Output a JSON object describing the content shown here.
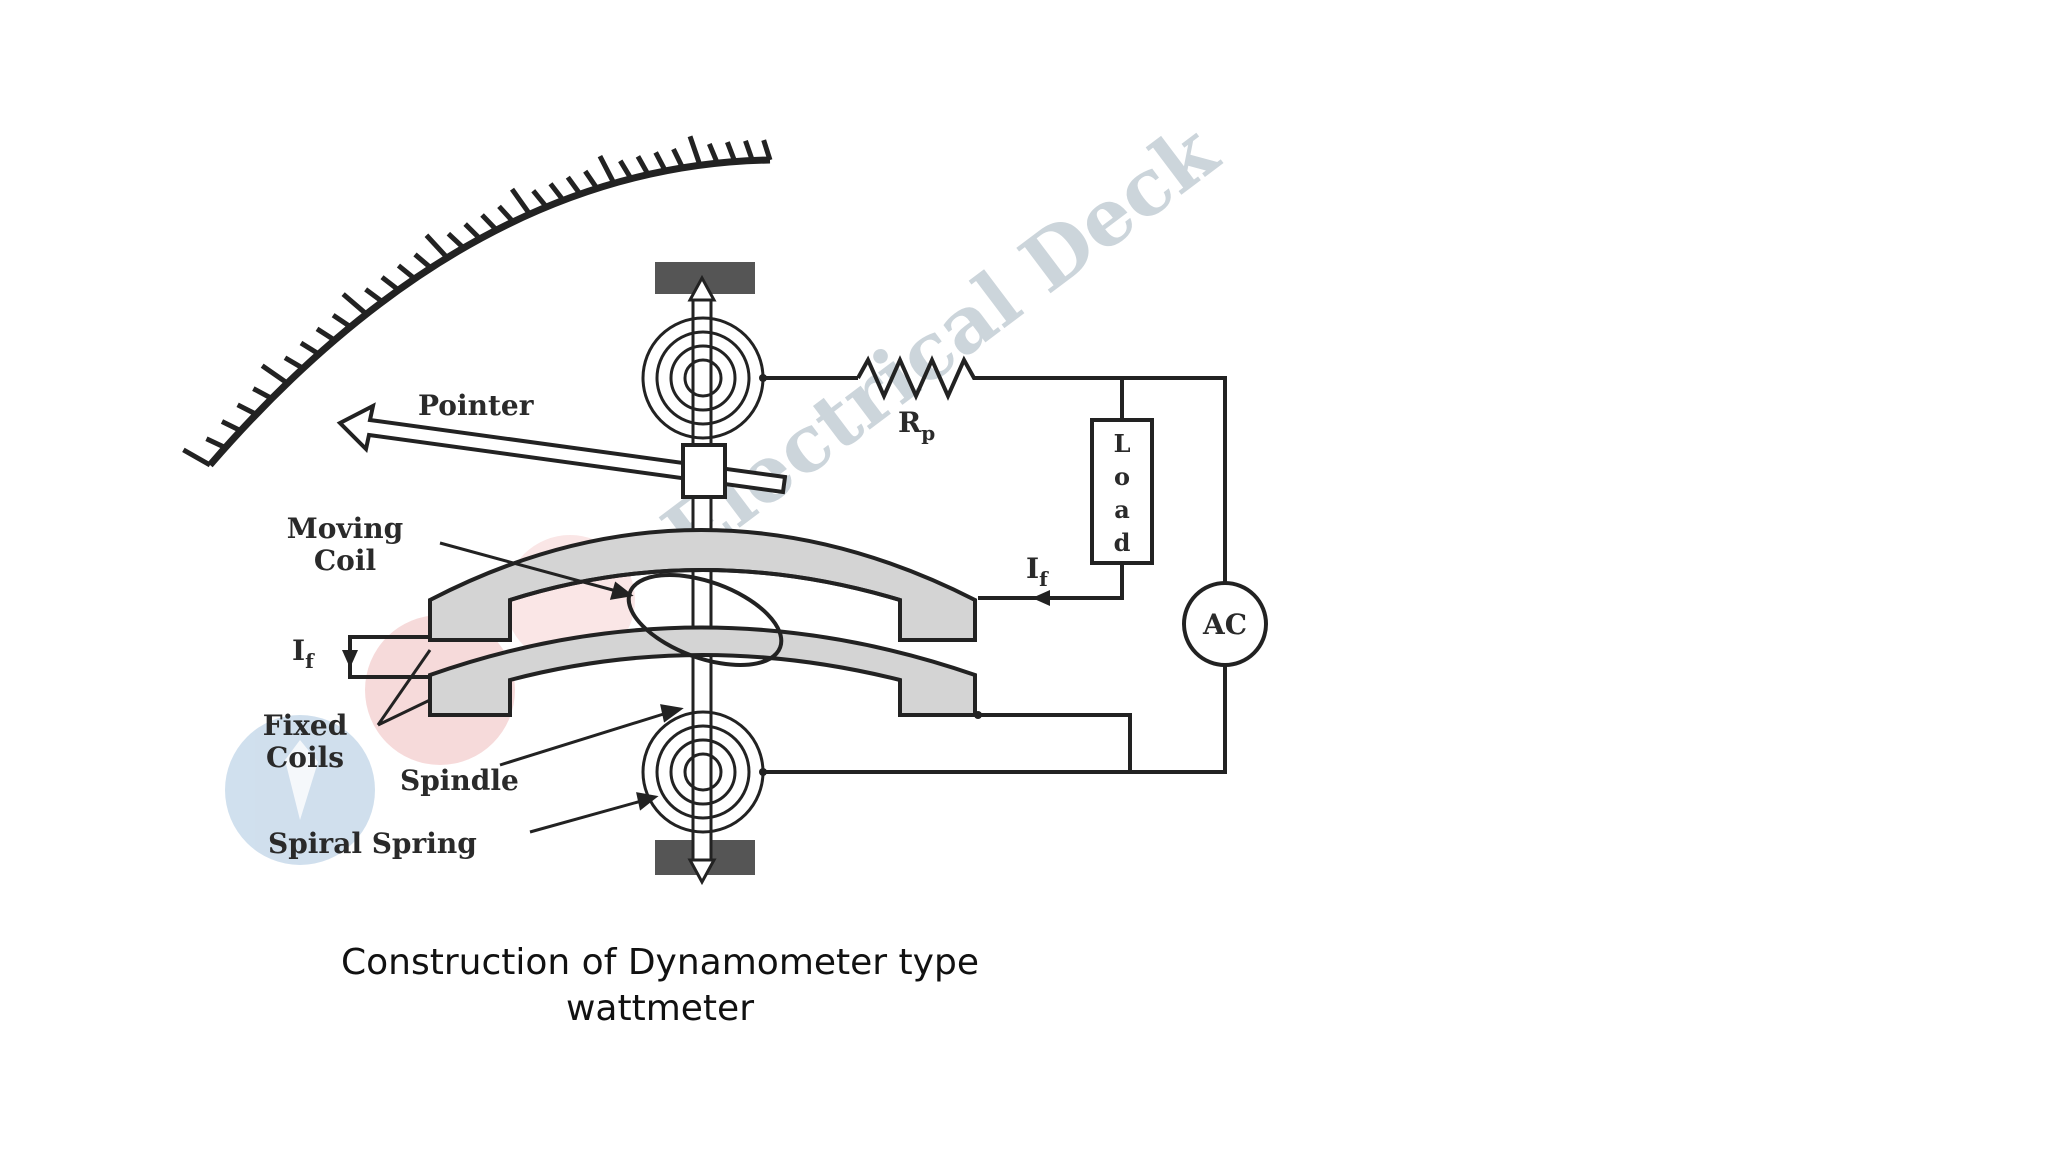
{
  "diagram": {
    "labels": {
      "pointer": "Pointer",
      "rp_main": "R",
      "rp_sub": "p",
      "load": [
        "L",
        "o",
        "a",
        "d"
      ],
      "moving_coil": [
        "Moving",
        "Coil"
      ],
      "if_main": "I",
      "if_sub": "f",
      "ac": "AC",
      "fixed_coils": [
        "Fixed",
        "Coils"
      ],
      "spindle": "Spindle",
      "spiral_spring": "Spiral Spring"
    },
    "watermark": "Electrical Deck"
  },
  "caption": {
    "line1": "Construction of Dynamometer type",
    "line2": "wattmeter"
  },
  "colors": {
    "line": "#222222",
    "coil_fill": "#d4d4d4",
    "block_fill": "#555555",
    "watermark_blue": "#bcd6e6",
    "watermark_gray": "#b8b8b8",
    "watermark_red": "#f2c7c7"
  }
}
